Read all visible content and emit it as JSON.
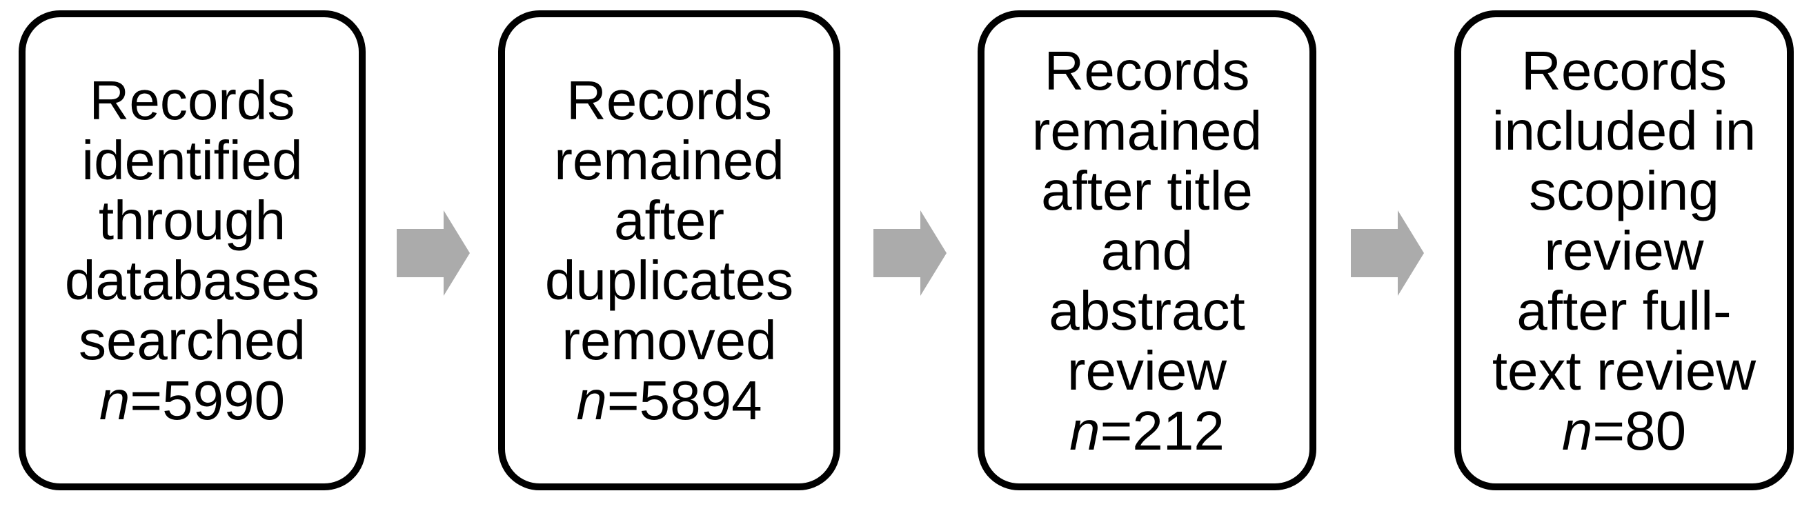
{
  "diagram": {
    "background_color": "#FFFFFF",
    "box_border_color": "#000000",
    "text_color": "#000000",
    "arrow_color": "#ABABAB",
    "boxes": [
      {
        "lines": [
          "Records",
          "identified",
          "through",
          "databases",
          "searched"
        ],
        "n_symbol": "n",
        "n_value": "=5990",
        "count": 5990
      },
      {
        "lines": [
          "Records",
          "remained",
          "after",
          "duplicates",
          "removed"
        ],
        "n_symbol": "n",
        "n_value": "=5894",
        "count": 5894
      },
      {
        "lines": [
          "Records",
          "remained",
          "after title",
          "and",
          "abstract",
          "review"
        ],
        "n_symbol": "n",
        "n_value": "=212",
        "count": 212
      },
      {
        "lines": [
          "Records",
          "included in",
          "scoping",
          "review",
          "after full-",
          "text review"
        ],
        "n_symbol": "n",
        "n_value": "=80",
        "count": 80
      }
    ]
  }
}
